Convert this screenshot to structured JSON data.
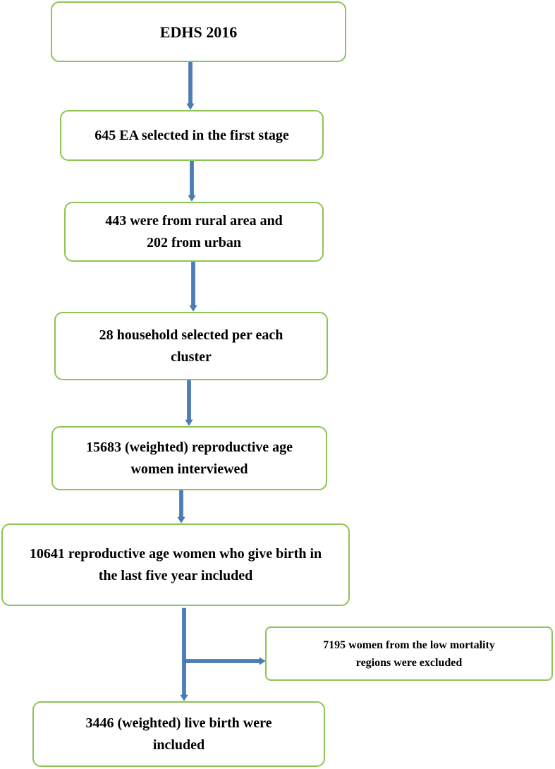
{
  "flowchart": {
    "boxes": [
      {
        "id": "edhs",
        "text": "EDHS 2016"
      },
      {
        "id": "ea",
        "text": "645 EA selected in the first stage"
      },
      {
        "id": "rural",
        "lines": [
          "443 were from rural area and",
          "202 from urban"
        ]
      },
      {
        "id": "household",
        "lines": [
          "28 household selected per each",
          "cluster"
        ]
      },
      {
        "id": "women",
        "lines": [
          "15683 (weighted) reproductive age",
          "women interviewed"
        ]
      },
      {
        "id": "birth",
        "lines": [
          "10641 reproductive age women who give birth in",
          "the last five year included"
        ]
      },
      {
        "id": "excluded",
        "lines": [
          "7195 women from the low mortality",
          "regions were excluded"
        ]
      },
      {
        "id": "live",
        "lines": [
          "3446 (weighted) live birth were",
          "included"
        ]
      }
    ]
  },
  "colors": {
    "box_border": "#8dc454",
    "arrow": "#4a7eb8",
    "arrow_edge": "#3a6a9e",
    "text": "#000000",
    "background": "#ffffff"
  }
}
